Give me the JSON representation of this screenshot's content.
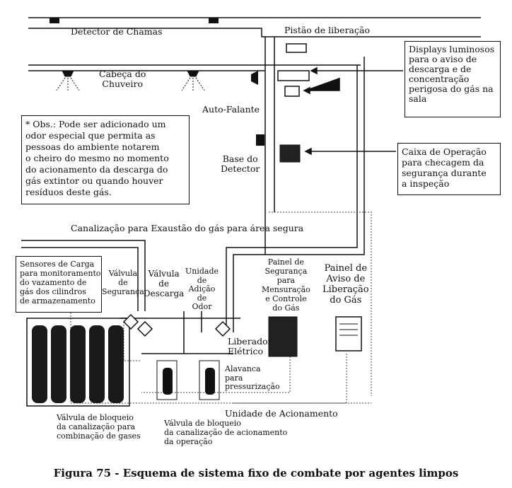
{
  "labels": {
    "flame_detector": "Detector de Chamas",
    "release_piston": "Pistão de liberação",
    "sprinkler_head": [
      "Cabeça do",
      "Chuveiro"
    ],
    "loudspeaker": "Auto-Falante",
    "detector_base": [
      "Base do",
      "Detector"
    ],
    "exhaust_pipe": "Canalização para Exaustão do gás para área segura",
    "load_sensors": [
      "Sensores de Carga",
      "para monitoramento",
      "do vazamento de",
      "gás dos cilindros",
      "de armazenamento"
    ],
    "safety_valve": [
      "Válvula",
      "de",
      "Segurança"
    ],
    "discharge_valve": [
      "Válvula",
      "de",
      "Descarga"
    ],
    "odor_unit": [
      "Unidade",
      "de",
      "Adição",
      "de",
      "Odor"
    ],
    "safety_panel": [
      "Painel de",
      "Segurança",
      "para",
      "Mensuração",
      "e Controle",
      "do Gás"
    ],
    "release_panel": [
      "Painel de",
      "Aviso de",
      "Liberação",
      "do Gás"
    ],
    "electric_releaser": [
      "Liberador",
      "Elétrico"
    ],
    "pressurizing_lever": [
      "Alavanca",
      "para",
      "pressurização"
    ],
    "actuation_unit": "Unidade de Acionamento",
    "blocking_valve_mix": [
      "Válvula de bloqueio",
      "da canalização para",
      "combinação de gases"
    ],
    "blocking_valve_act": [
      "Válvula de bloqueio",
      "da canalização de acionamento",
      "da operação"
    ]
  },
  "notes": {
    "obs": [
      "* Obs.: Pode ser adicionado um",
      "odor especial que permita as",
      "pessoas do ambiente notarem",
      "o cheiro do mesmo no momento",
      "do acionamento da descarga do",
      "gás extintor ou quando houver",
      "resíduos deste gás."
    ],
    "displays": [
      "Displays luminosos",
      "para o aviso de",
      "descarga e de",
      "concentração",
      "perigosa do gás na",
      "sala"
    ],
    "operation_box": [
      "Caixa de Operação",
      "para checagem da",
      "segurança durante",
      "a inspeção"
    ]
  },
  "caption": "Figura 75 - Esquema de sistema fixo de combate por agentes limpos"
}
